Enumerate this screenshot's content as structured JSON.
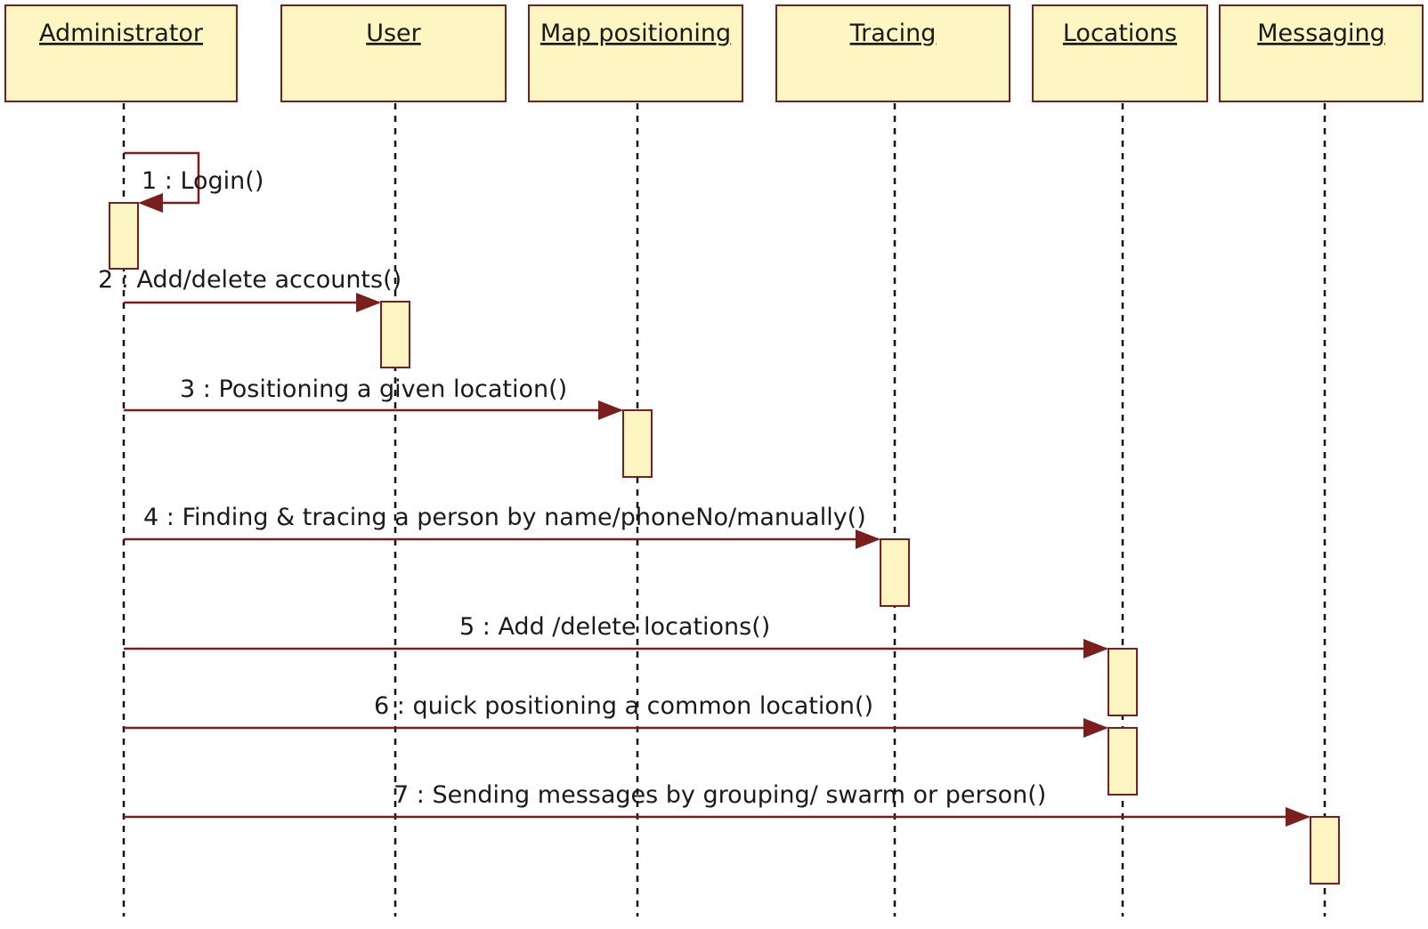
{
  "diagram": {
    "lifelines": [
      {
        "id": "admin",
        "name": "Administrator"
      },
      {
        "id": "user",
        "name": "User"
      },
      {
        "id": "map",
        "name": "Map positioning"
      },
      {
        "id": "tracing",
        "name": "Tracing"
      },
      {
        "id": "locations",
        "name": "Locations"
      },
      {
        "id": "messaging",
        "name": "Messaging"
      }
    ],
    "messages": [
      {
        "from": "admin",
        "to": "admin",
        "label": "1 : Login()"
      },
      {
        "from": "admin",
        "to": "user",
        "label": "2 : Add/delete accounts()"
      },
      {
        "from": "admin",
        "to": "map",
        "label": "3 : Positioning a given location()"
      },
      {
        "from": "admin",
        "to": "tracing",
        "label": "4 : Finding & tracing a person by name/phoneNo/manually()"
      },
      {
        "from": "admin",
        "to": "locations",
        "label": "5 : Add /delete locations()"
      },
      {
        "from": "admin",
        "to": "locations",
        "label": "6 : quick positioning a common location()"
      },
      {
        "from": "admin",
        "to": "messaging",
        "label": "7 : Sending messages by grouping/ swarm or person()"
      }
    ],
    "colors": {
      "box_fill": "#fdf5c2",
      "border": "#7a1e1e",
      "lifeline": "#111111",
      "text": "#1a1a1a"
    }
  }
}
